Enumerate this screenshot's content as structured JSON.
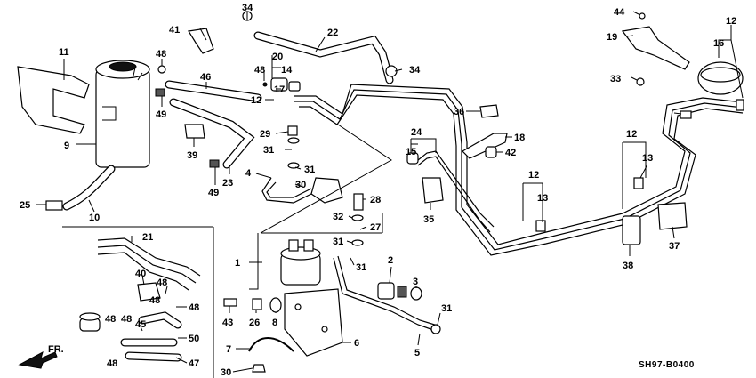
{
  "diagram_code": "SH97-B0400",
  "direction_label": "FR.",
  "callouts": [
    {
      "id": "c1",
      "text": "1"
    },
    {
      "id": "c2",
      "text": "2"
    },
    {
      "id": "c3",
      "text": "3"
    },
    {
      "id": "c4",
      "text": "4"
    },
    {
      "id": "c5",
      "text": "5"
    },
    {
      "id": "c6",
      "text": "6"
    },
    {
      "id": "c7",
      "text": "7"
    },
    {
      "id": "c8",
      "text": "8"
    },
    {
      "id": "c9",
      "text": "9"
    },
    {
      "id": "c10",
      "text": "10"
    },
    {
      "id": "c11",
      "text": "11"
    },
    {
      "id": "c12a",
      "text": "12"
    },
    {
      "id": "c12b",
      "text": "12"
    },
    {
      "id": "c12c",
      "text": "12"
    },
    {
      "id": "c12d",
      "text": "12"
    },
    {
      "id": "c13a",
      "text": "13"
    },
    {
      "id": "c13b",
      "text": "13"
    },
    {
      "id": "c14",
      "text": "14"
    },
    {
      "id": "c15",
      "text": "15"
    },
    {
      "id": "c16",
      "text": "16"
    },
    {
      "id": "c17",
      "text": "17"
    },
    {
      "id": "c18",
      "text": "18"
    },
    {
      "id": "c19",
      "text": "19"
    },
    {
      "id": "c20",
      "text": "20"
    },
    {
      "id": "c21",
      "text": "21"
    },
    {
      "id": "c22",
      "text": "22"
    },
    {
      "id": "c23",
      "text": "23"
    },
    {
      "id": "c24",
      "text": "24"
    },
    {
      "id": "c25",
      "text": "25"
    },
    {
      "id": "c26",
      "text": "26"
    },
    {
      "id": "c27",
      "text": "27"
    },
    {
      "id": "c28",
      "text": "28"
    },
    {
      "id": "c29",
      "text": "29"
    },
    {
      "id": "c30a",
      "text": "30"
    },
    {
      "id": "c30b",
      "text": "30"
    },
    {
      "id": "c31a",
      "text": "31"
    },
    {
      "id": "c31b",
      "text": "31"
    },
    {
      "id": "c31c",
      "text": "31"
    },
    {
      "id": "c31d",
      "text": "31"
    },
    {
      "id": "c31e",
      "text": "31"
    },
    {
      "id": "c32",
      "text": "32"
    },
    {
      "id": "c33",
      "text": "33"
    },
    {
      "id": "c34a",
      "text": "34"
    },
    {
      "id": "c34b",
      "text": "34"
    },
    {
      "id": "c35",
      "text": "35"
    },
    {
      "id": "c36",
      "text": "36"
    },
    {
      "id": "c37",
      "text": "37"
    },
    {
      "id": "c38",
      "text": "38"
    },
    {
      "id": "c39",
      "text": "39"
    },
    {
      "id": "c40",
      "text": "40"
    },
    {
      "id": "c41",
      "text": "41"
    },
    {
      "id": "c42",
      "text": "42"
    },
    {
      "id": "c43",
      "text": "43"
    },
    {
      "id": "c44",
      "text": "44"
    },
    {
      "id": "c45",
      "text": "45"
    },
    {
      "id": "c46",
      "text": "46"
    },
    {
      "id": "c47",
      "text": "47"
    },
    {
      "id": "c48a",
      "text": "48"
    },
    {
      "id": "c48b",
      "text": "48"
    },
    {
      "id": "c48c",
      "text": "48"
    },
    {
      "id": "c48d",
      "text": "48"
    },
    {
      "id": "c48e",
      "text": "48"
    },
    {
      "id": "c48f",
      "text": "48"
    },
    {
      "id": "c48g",
      "text": "48"
    },
    {
      "id": "c49a",
      "text": "49"
    },
    {
      "id": "c49b",
      "text": "49"
    },
    {
      "id": "c50",
      "text": "50"
    }
  ]
}
